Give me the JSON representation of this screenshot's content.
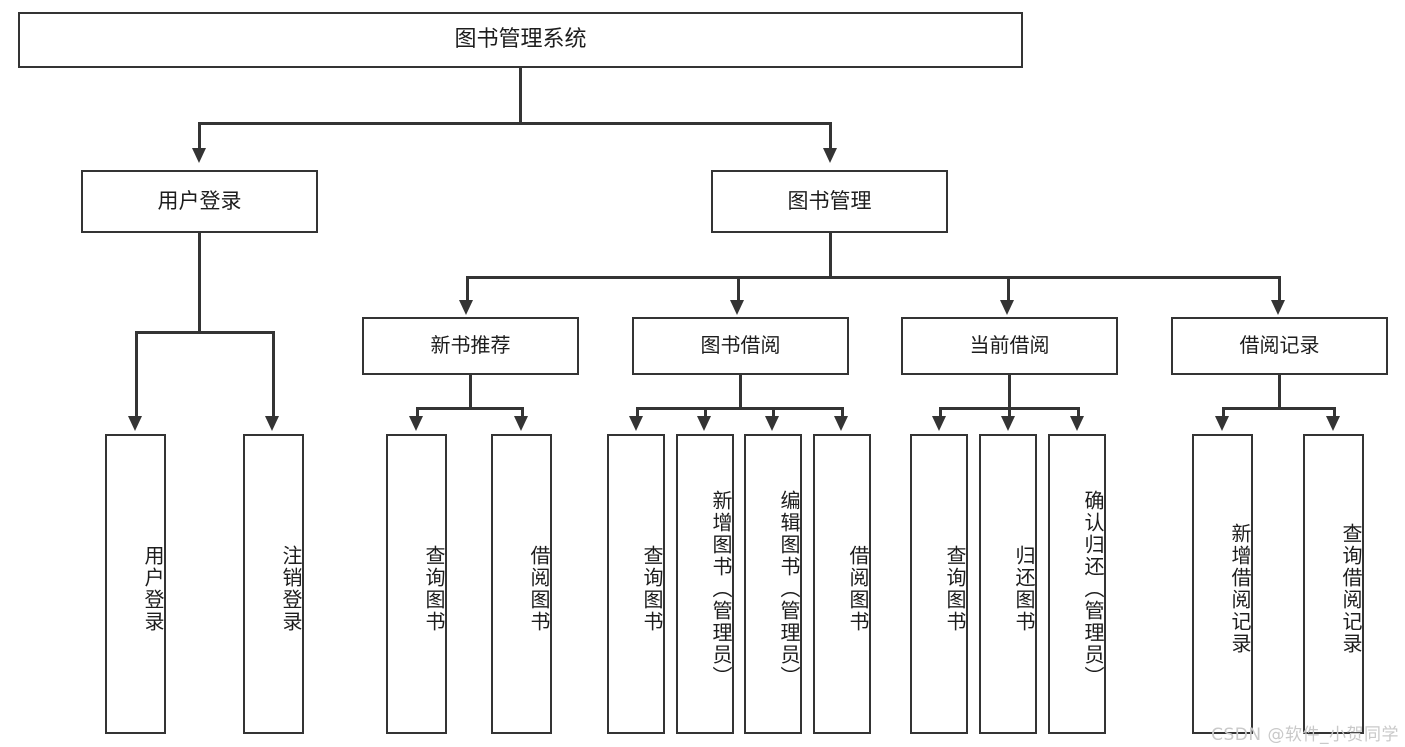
{
  "diagram": {
    "type": "tree-hierarchy",
    "root": {
      "label": "图书管理系统"
    },
    "level2": [
      {
        "label": "用户登录"
      },
      {
        "label": "图书管理"
      }
    ],
    "level3": [
      {
        "label": "新书推荐"
      },
      {
        "label": "图书借阅"
      },
      {
        "label": "当前借阅"
      },
      {
        "label": "借阅记录"
      }
    ],
    "leaves": [
      {
        "label": "用户登录"
      },
      {
        "label": "注销登录"
      },
      {
        "label": "查询图书"
      },
      {
        "label": "借阅图书"
      },
      {
        "label": "查询图书"
      },
      {
        "label": "新增图书（管理员）"
      },
      {
        "label": "编辑图书（管理员）"
      },
      {
        "label": "借阅图书"
      },
      {
        "label": "查询图书"
      },
      {
        "label": "归还图书"
      },
      {
        "label": "确认归还（管理员）"
      },
      {
        "label": "新增借阅记录"
      },
      {
        "label": "查询借阅记录"
      }
    ],
    "colors": {
      "stroke": "#343434",
      "fill": "#ffffff",
      "text": "#1d1d1d",
      "watermark": "#c9c9c9"
    }
  },
  "watermark": {
    "text": "CSDN @软件_小贺同学"
  }
}
